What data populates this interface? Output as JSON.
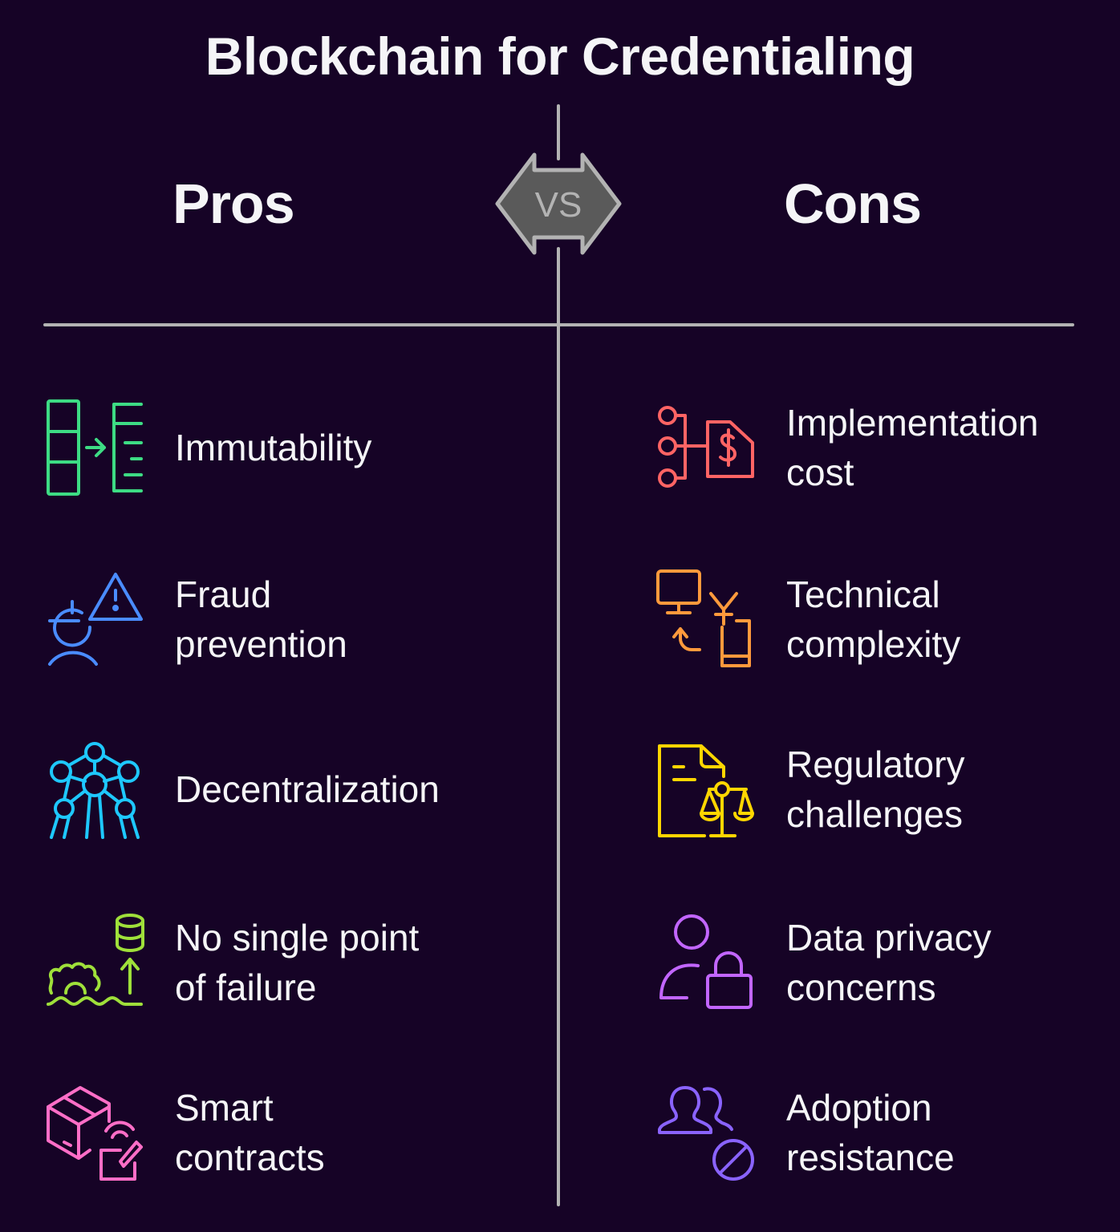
{
  "title": "Blockchain for Credentialing",
  "pros": {
    "heading": "Pros",
    "items": [
      {
        "label": "Immutability",
        "icon": "ledger-transfer-icon",
        "color": "#3ddc84"
      },
      {
        "label": "Fraud\nprevention",
        "icon": "fraud-warning-icon",
        "color": "#4a8cff"
      },
      {
        "label": "Decentralization",
        "icon": "network-nodes-icon",
        "color": "#1ec8ff"
      },
      {
        "label": "No single point\nof failure",
        "icon": "resilience-database-icon",
        "color": "#9fe03a"
      },
      {
        "label": "Smart\ncontracts",
        "icon": "package-signature-icon",
        "color": "#ff6ec7"
      }
    ]
  },
  "vs_label": "VS",
  "cons": {
    "heading": "Cons",
    "items": [
      {
        "label": "Implementation\ncost",
        "icon": "cost-document-icon",
        "color": "#ff6464"
      },
      {
        "label": "Technical\ncomplexity",
        "icon": "device-sync-icon",
        "color": "#ff9a3c"
      },
      {
        "label": "Regulatory\nchallenges",
        "icon": "legal-scale-document-icon",
        "color": "#ffd600"
      },
      {
        "label": "Data privacy\nconcerns",
        "icon": "user-lock-icon",
        "color": "#c266ff"
      },
      {
        "label": "Adoption\nresistance",
        "icon": "users-blocked-icon",
        "color": "#8a63ff"
      }
    ]
  }
}
